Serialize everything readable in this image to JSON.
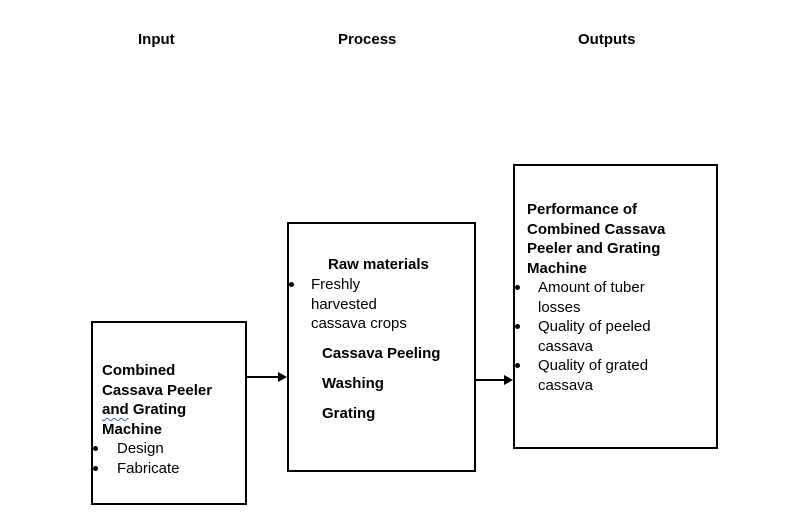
{
  "headers": {
    "input": "Input",
    "process": "Process",
    "outputs": "Outputs"
  },
  "input_box": {
    "title_before_and": "Combined Cassava Peeler ",
    "title_and": "and",
    "title_after_and": " Grating Machine",
    "bullets": [
      "Design",
      "Fabricate"
    ]
  },
  "process_box": {
    "heading": "Raw materials",
    "bullets": [
      "Freshly harvested cassava crops"
    ],
    "steps": [
      "Cassava Peeling",
      "Washing",
      "Grating"
    ]
  },
  "outputs_box": {
    "title": "Performance of Combined Cassava Peeler and Grating Machine",
    "bullets": [
      "Amount of tuber losses",
      "Quality of peeled cassava",
      "Quality of grated cassava"
    ]
  },
  "colors": {
    "text": "#000000",
    "border": "#000000",
    "background": "#ffffff",
    "misspell_underline": "#3366cc"
  }
}
